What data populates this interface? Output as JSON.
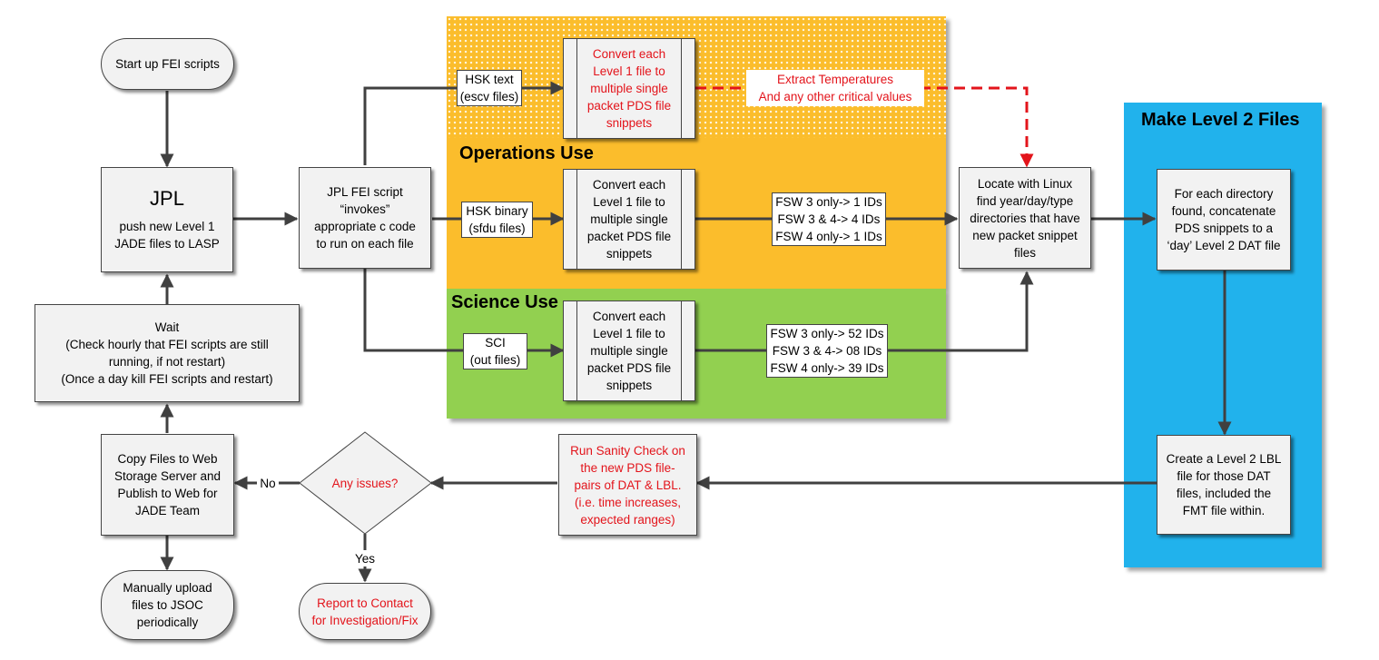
{
  "panels": {
    "operations": {
      "label": "Operations Use",
      "color": "#fbbd2c"
    },
    "science": {
      "label": "Science Use",
      "color": "#92d050"
    },
    "level2": {
      "label": "Make Level 2 Files",
      "color": "#21b2ec"
    }
  },
  "nodes": {
    "start": "Start up FEI scripts",
    "jpl_title": "JPL",
    "jpl_body": "push new Level 1\nJADE files to LASP",
    "fei_script": "JPL FEI script\n“invokes”\nappropriate c code\nto run on each file",
    "wait": "Wait\n(Check hourly that FEI scripts are still\nrunning, if not restart)\n(Once a day kill FEI scripts and restart)",
    "copy": "Copy Files to Web\nStorage Server and\nPublish to Web for\nJADE Team",
    "manual": "Manually upload\nfiles to JSOC\nperiodically",
    "hsk_text": "HSK text\n(escv files)",
    "hsk_binary": "HSK binary\n(sfdu files)",
    "sci": "SCI\n(out files)",
    "convert_red": "Convert each\nLevel 1 file to\nmultiple single\npacket PDS file\nsnippets",
    "convert_ops": "Convert each\nLevel 1 file to\nmultiple single\npacket PDS file\nsnippets",
    "convert_sci": "Convert each\nLevel 1 file to\nmultiple single\npacket PDS file\nsnippets",
    "extract": "Extract Temperatures\nAnd any other critical values",
    "fsw_ops": "FSW 3 only-> 1 IDs\nFSW 3 & 4-> 4 IDs\nFSW 4 only-> 1 IDs",
    "fsw_sci": "FSW 3 only-> 52 IDs\nFSW 3 & 4-> 08 IDs\nFSW 4 only-> 39 IDs",
    "locate": "Locate with Linux\nfind year/day/type\ndirectories that have\nnew packet snippet\nfiles",
    "concat": "For each directory\nfound, concatenate\nPDS snippets to a\n‘day’ Level 2 DAT file",
    "lbl": "Create a Level 2 LBL\nfile for those DAT\nfiles, included the\nFMT file within.",
    "sanity": "Run Sanity Check on\nthe new PDS file-\npairs of DAT & LBL.\n(i.e. time increases,\nexpected ranges)",
    "issues": "Any issues?",
    "report": "Report to Contact\nfor Investigation/Fix"
  },
  "edge_labels": {
    "no": "No",
    "yes": "Yes"
  },
  "colors": {
    "line": "#404040",
    "red_text": "#e3141b",
    "box_fill": "#f2f2f2"
  }
}
